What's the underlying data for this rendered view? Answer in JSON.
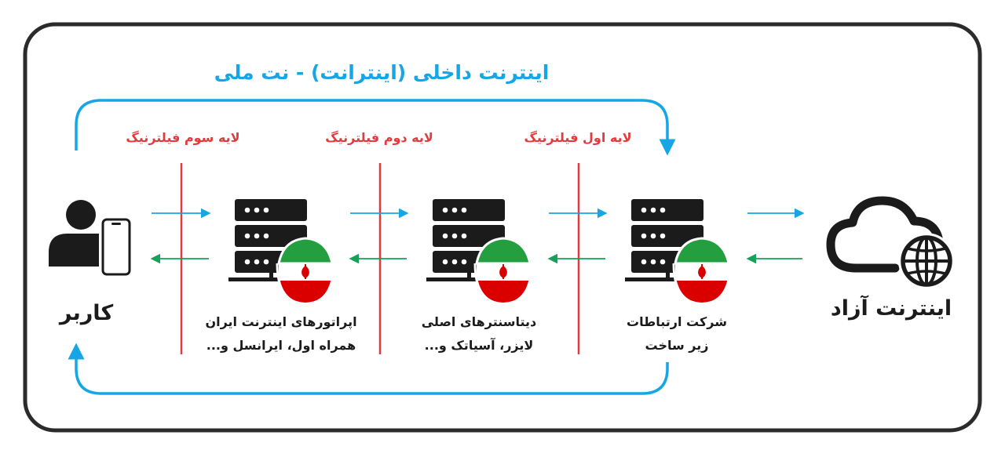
{
  "title": "اینترنت داخلی (اینترانت) - نت ملی",
  "layers": {
    "first": "لایه اول فیلترنیگ",
    "second": "لایه دوم فیلترنیگ",
    "third": "لایه سوم فیلترنیگ"
  },
  "nodes": {
    "user": "کاربر",
    "free_internet": "اینترنت آزاد",
    "infra": {
      "line1": "شرکت ارتباطات",
      "line2": "زیر ساخت"
    },
    "datacenters": {
      "line1": "دیتاسنترهای اصلی",
      "line2": "لایزر، آسیاتک و..."
    },
    "operators": {
      "line1": "اپراتورهای اینترنت ایران",
      "line2": "همراه اول، ایرانسل و..."
    }
  },
  "colors": {
    "frame": "#2b2b2b",
    "accent_blue": "#16a6e5",
    "filter_red": "#e53a3d",
    "return_green": "#16a05a",
    "icon": "#1b1b1b",
    "flag_green": "#239f40",
    "flag_red": "#da0000"
  },
  "icons": [
    "user-icon",
    "phone-icon",
    "server-icon",
    "iran-flag-icon",
    "cloud-icon",
    "globe-icon"
  ]
}
